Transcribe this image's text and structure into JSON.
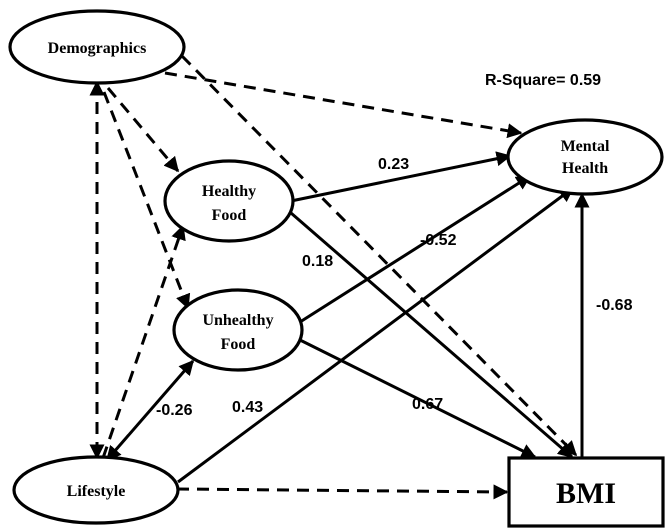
{
  "nodes": {
    "demographics": {
      "label": "Demographics",
      "shape": "ellipse"
    },
    "healthy_food": {
      "label_lines": [
        "Healthy",
        "Food"
      ],
      "shape": "ellipse"
    },
    "unhealthy_food": {
      "label_lines": [
        "Unhealthy",
        "Food"
      ],
      "shape": "ellipse"
    },
    "lifestyle": {
      "label": "Lifestyle",
      "shape": "ellipse"
    },
    "mental_health": {
      "label_lines": [
        "Mental",
        "Health"
      ],
      "shape": "ellipse"
    },
    "bmi": {
      "label": "BMI",
      "shape": "rectangle"
    }
  },
  "r_square": {
    "label": "R-Square= 0.59"
  },
  "edges": [
    {
      "from": "demographics",
      "to": "mental_health",
      "style": "dashed",
      "arrow": "end"
    },
    {
      "from": "demographics",
      "to": "bmi",
      "style": "dashed",
      "arrow": "end"
    },
    {
      "from": "demographics",
      "to": "healthy_food",
      "style": "dashed",
      "arrow": "end"
    },
    {
      "from": "demographics",
      "to": "unhealthy_food",
      "style": "dashed",
      "arrow": "end"
    },
    {
      "from": "demographics",
      "to": "lifestyle",
      "style": "dashed",
      "arrow": "both"
    },
    {
      "from": "lifestyle",
      "to": "healthy_food",
      "style": "dashed",
      "arrow": "end"
    },
    {
      "from": "lifestyle",
      "to": "bmi",
      "style": "dashed",
      "arrow": "end"
    },
    {
      "from": "lifestyle",
      "to": "unhealthy_food",
      "style": "solid",
      "arrow": "both",
      "coefficient": "-0.26"
    },
    {
      "from": "lifestyle",
      "to": "mental_health",
      "style": "solid",
      "arrow": "end",
      "coefficient": "0.43"
    },
    {
      "from": "healthy_food",
      "to": "mental_health",
      "style": "solid",
      "arrow": "end",
      "coefficient": "0.23"
    },
    {
      "from": "healthy_food",
      "to": "bmi",
      "style": "solid",
      "arrow": "end",
      "coefficient": "0.18"
    },
    {
      "from": "unhealthy_food",
      "to": "mental_health",
      "style": "solid",
      "arrow": "end",
      "coefficient": "-0.52"
    },
    {
      "from": "unhealthy_food",
      "to": "bmi",
      "style": "solid",
      "arrow": "end",
      "coefficient": "0.67"
    },
    {
      "from": "bmi",
      "to": "mental_health",
      "style": "solid",
      "arrow": "end",
      "coefficient": "-0.68"
    }
  ]
}
